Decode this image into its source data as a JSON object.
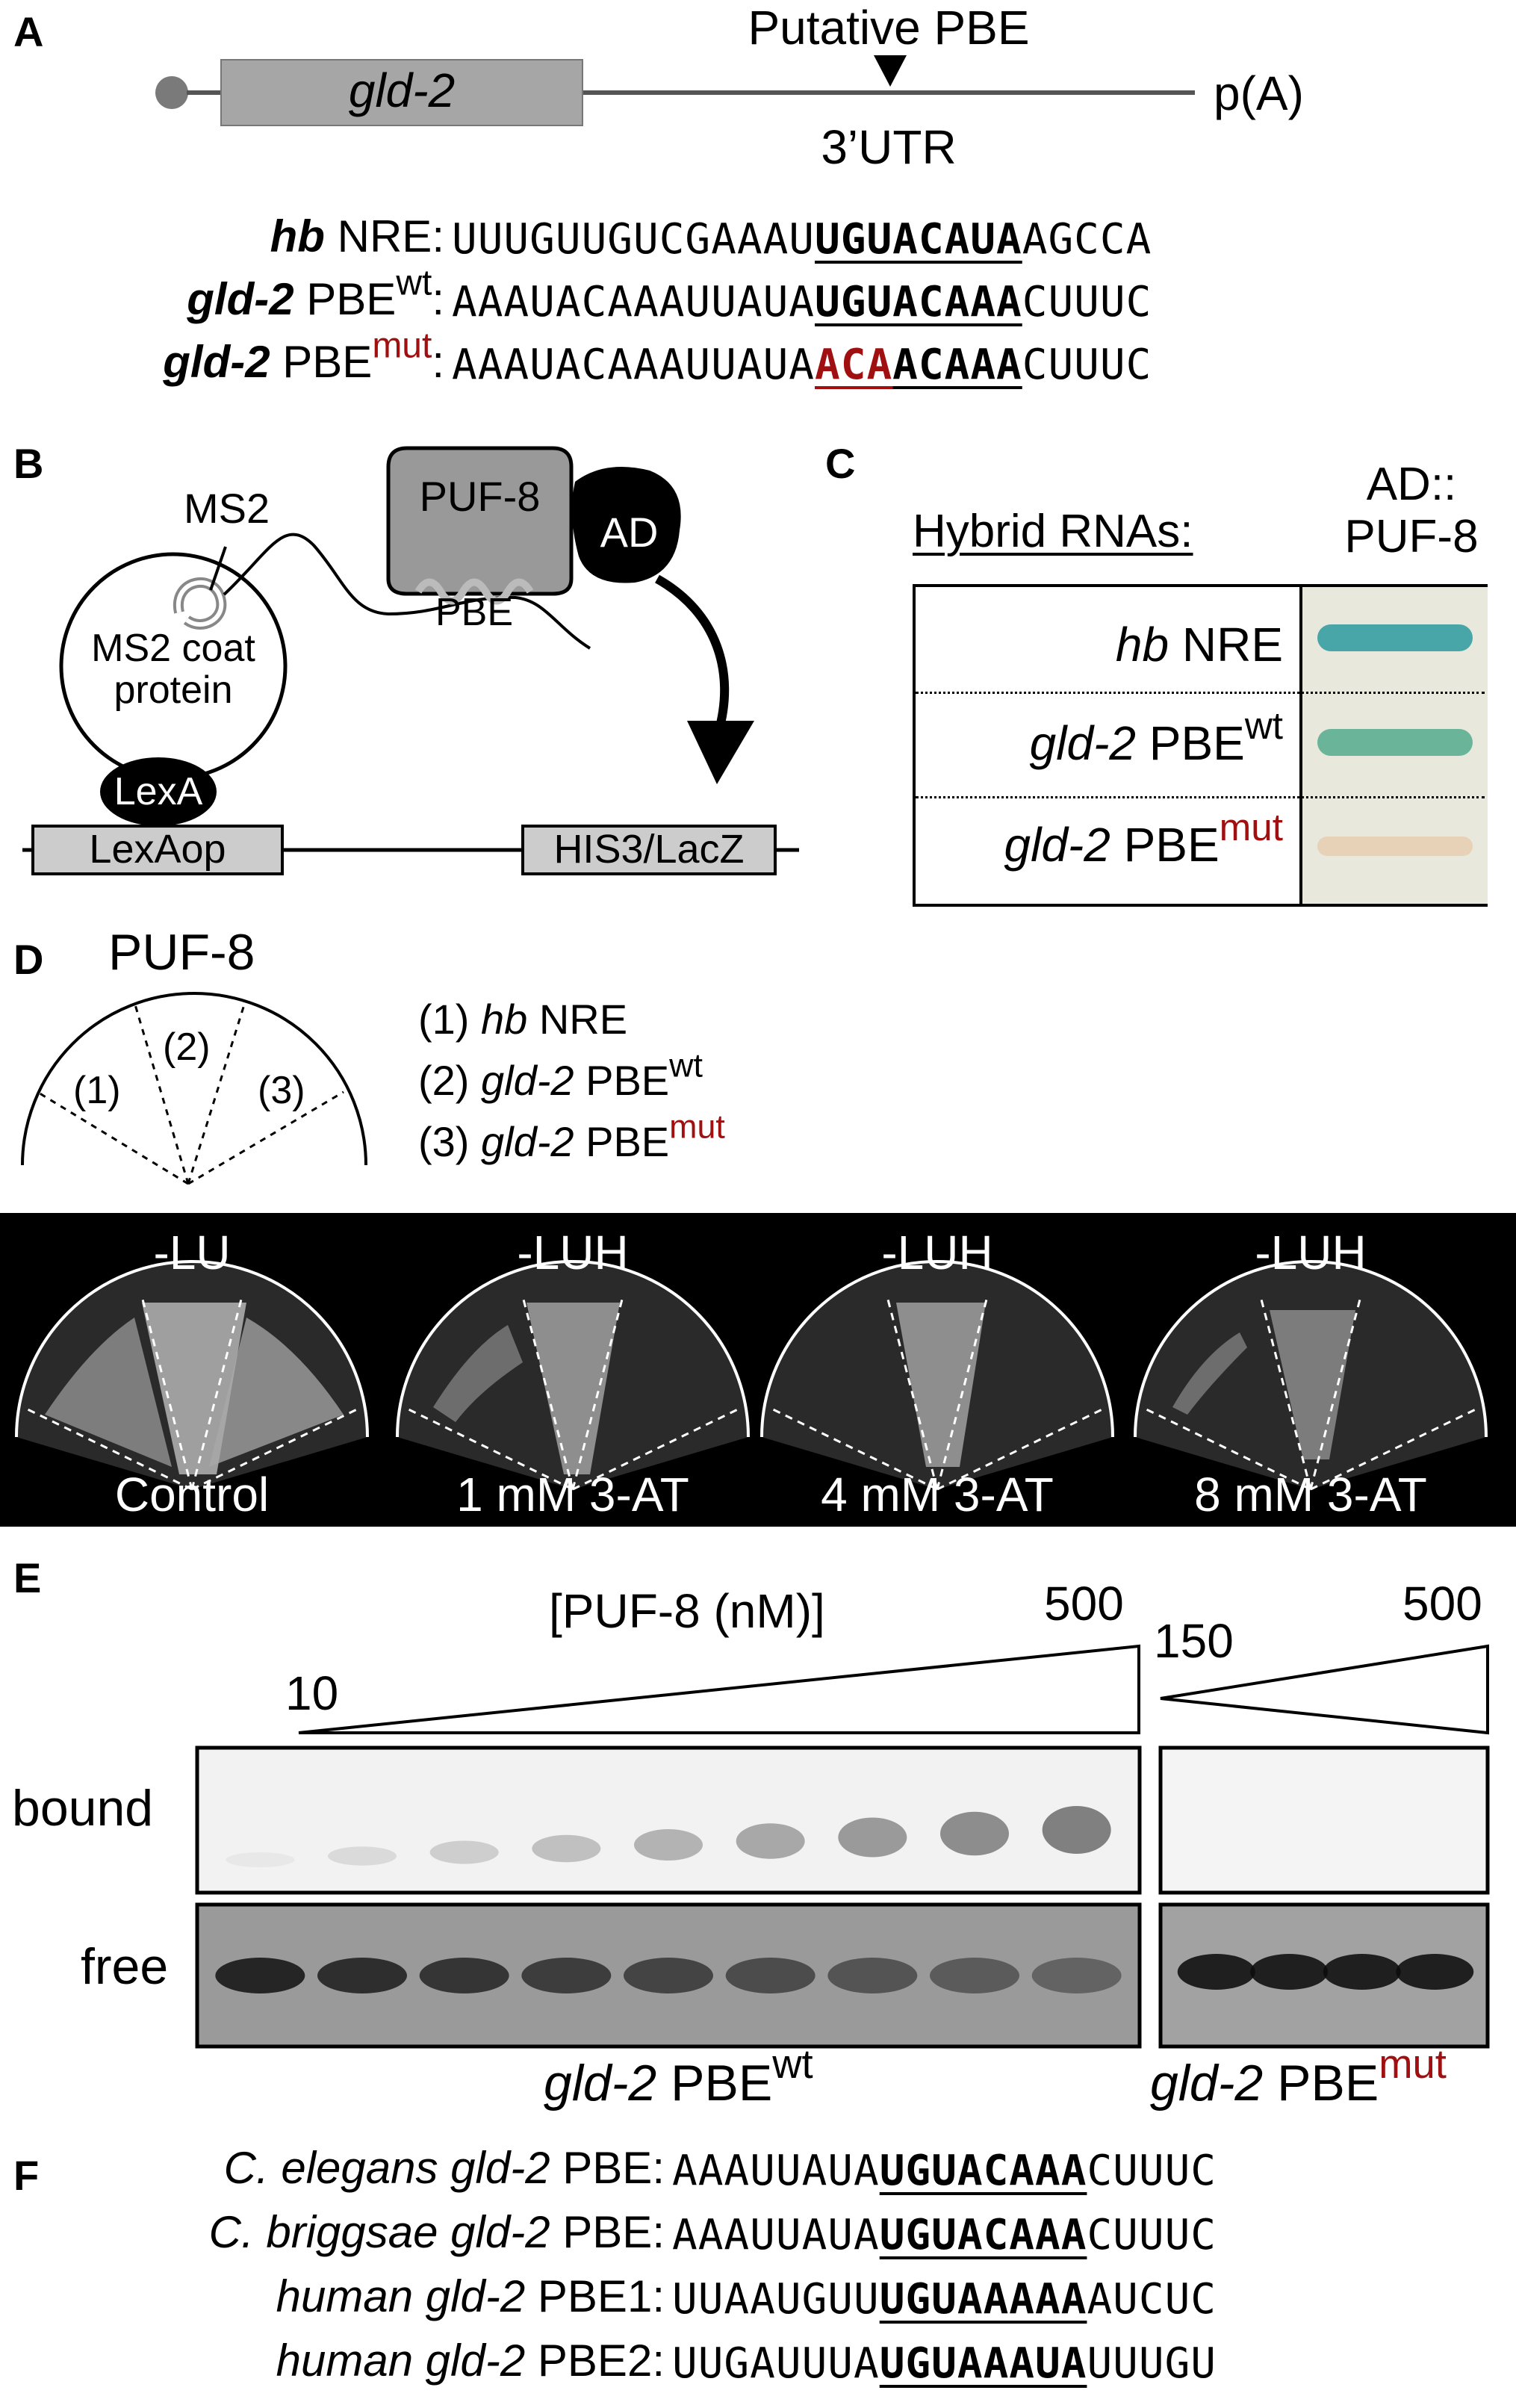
{
  "panels": {
    "a": "A",
    "b": "B",
    "c": "C",
    "d": "D",
    "e": "E",
    "f": "F"
  },
  "panel_a": {
    "gene_label": "gld-2",
    "pbe_label": "Putative PBE",
    "utr_label": "3’UTR",
    "polya_label": "p(A)",
    "sequences": [
      {
        "name_it": "hb",
        "name_rest": " NRE",
        "sup": "",
        "pre": "UUUGUUGUCGAAAU",
        "motif": "UGUACAUA",
        "post": "AGCCA"
      },
      {
        "name_it": "gld-2",
        "name_rest": " PBE",
        "sup": "wt",
        "pre": "AAAUACAAAUUAUA",
        "motif": "UGUACAAA",
        "post": "CUUUC"
      },
      {
        "name_it": "gld-2",
        "name_rest": " PBE",
        "sup": "mut",
        "pre": "AAAUACAAAUUAUA",
        "motif_red": "ACA",
        "motif": "ACAAA",
        "post": "CUUUC"
      }
    ]
  },
  "panel_b": {
    "ms2": "MS2",
    "coat_line1": "MS2 coat",
    "coat_line2": "protein",
    "puf8": "PUF-8",
    "ad": "AD",
    "pbe": "PBE",
    "lexa": "LexA",
    "lexaop": "LexAop",
    "reporter": "HIS3/LacZ"
  },
  "panel_c": {
    "header": "Hybrid RNAs:",
    "col_line1": "AD::",
    "col_line2": "PUF-8",
    "rows": [
      {
        "it": "hb",
        "rest": " NRE",
        "sup": "",
        "color": "#2b9aa0"
      },
      {
        "it": "gld-2",
        "rest": " PBE",
        "sup": "wt",
        "color": "#4aa889"
      },
      {
        "it": "gld-2",
        "rest": " PBE",
        "sup": "mut",
        "color": "#e6c9a8"
      }
    ]
  },
  "panel_d": {
    "title": "PUF-8",
    "sectors": [
      "(1)",
      "(2)",
      "(3)"
    ],
    "legend": [
      {
        "num": "(1) ",
        "it": "hb",
        "rest": " NRE",
        "sup": ""
      },
      {
        "num": "(2) ",
        "it": "gld-2",
        "rest": " PBE",
        "sup": "wt"
      },
      {
        "num": "(3) ",
        "it": "gld-2",
        "rest": " PBE",
        "sup": "mut"
      }
    ],
    "plates": [
      {
        "top": "-LU",
        "bottom": "Control"
      },
      {
        "top": "-LUH",
        "bottom": "1 mM 3-AT"
      },
      {
        "top": "-LUH",
        "bottom": "4 mM 3-AT"
      },
      {
        "top": "-LUH",
        "bottom": "8 mM 3-AT"
      }
    ]
  },
  "panel_e": {
    "title": "[PUF-8 (nM)]",
    "wt_low": "10",
    "wt_high": "500",
    "mut_low": "150",
    "mut_high": "500",
    "bound": "bound",
    "free": "free",
    "wt_label_it": "gld-2",
    "wt_label_rest": " PBE",
    "wt_label_sup": "wt",
    "mut_label_it": "gld-2",
    "mut_label_rest": " PBE",
    "mut_label_sup": "mut"
  },
  "panel_f": {
    "sequences": [
      {
        "it": "C. elegans gld-2",
        "rest": " PBE:",
        "pre": "AAAUUAUA",
        "motif": "UGUACAAA",
        "post": "CUUUC"
      },
      {
        "it": "C. briggsae gld-2",
        "rest": " PBE:",
        "pre": "AAAUUAUA",
        "motif": "UGUACAAA",
        "post": "CUUUC"
      },
      {
        "it": "human gld-2",
        "rest": " PBE1:",
        "pre": "UUAAUGUU",
        "motif": "UGUAAAAA",
        "post": "AUCUC"
      },
      {
        "it": "human gld-2",
        "rest": " PBE2:",
        "pre": "UUGAUUUA",
        "motif": "UGUAAAUA",
        "post": "UUUGU"
      }
    ]
  },
  "colors": {
    "mut_red": "#a01010",
    "gene_box": "#a6a6a6",
    "puf_box": "#999999"
  }
}
